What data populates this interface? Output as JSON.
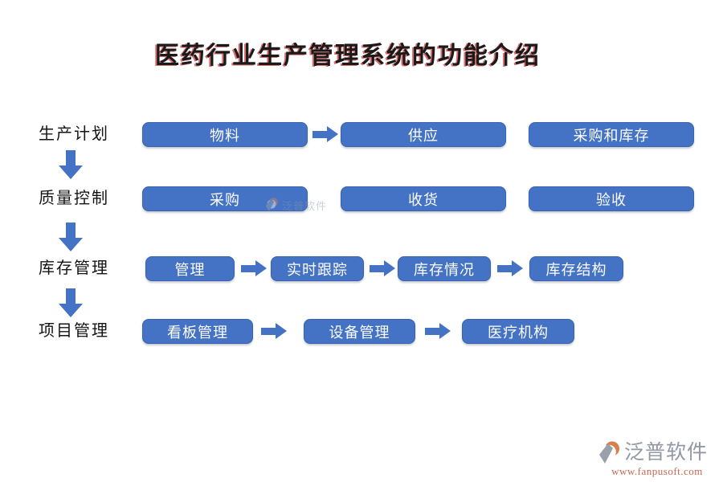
{
  "title": {
    "text": "医药行业生产管理系统的功能介绍"
  },
  "colors": {
    "node_fill": "#4472C4",
    "node_border": "#3A62AE",
    "arrow": "#4472C4",
    "title_text": "#1A1A1A",
    "title_shadow": "#C61E1E",
    "label_text": "#141414",
    "node_text": "#FFFFFF",
    "watermark_gray": "#8D99A8",
    "logo_gray": "#98A0AE",
    "logo_orange": "#D97E4A",
    "brand_url_color": "#C9674E"
  },
  "stages": [
    {
      "label": "生产计划"
    },
    {
      "label": "质量控制"
    },
    {
      "label": "库存管理"
    },
    {
      "label": "项目管理"
    }
  ],
  "rows": [
    {
      "nodes": [
        "物料",
        "供应",
        "采购和库存"
      ]
    },
    {
      "nodes": [
        "采购",
        "收货",
        "验收"
      ]
    },
    {
      "nodes": [
        "管理",
        "实时跟踪",
        "库存情况",
        "库存结构"
      ]
    },
    {
      "nodes": [
        "看板管理",
        "设备管理",
        "医疗机构"
      ]
    }
  ],
  "watermark": {
    "text": "泛普软件"
  },
  "footer": {
    "brand": "泛普软件",
    "url": "www.fanpusoft.com"
  }
}
